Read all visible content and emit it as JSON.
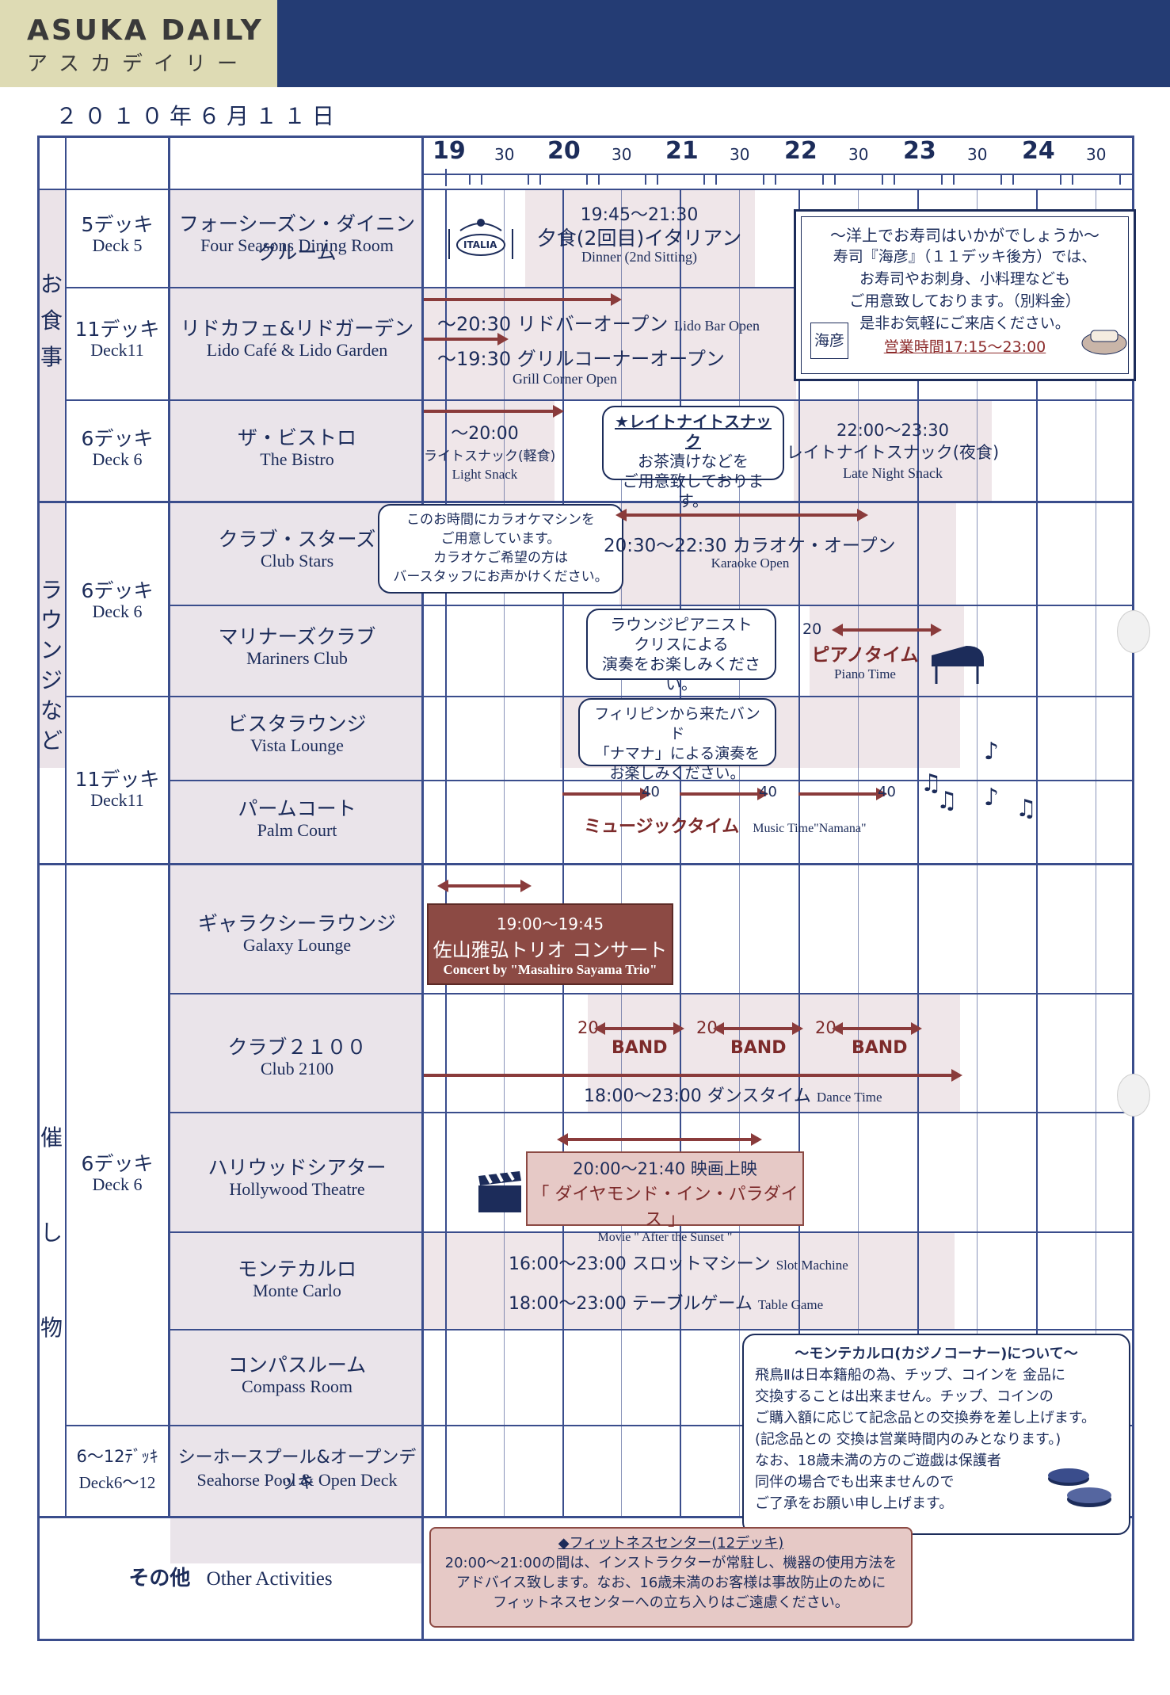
{
  "header": {
    "brand_en": "ASUKA DAILY",
    "brand_jp": "アスカデイリー",
    "date": "２０１０年６月１１日"
  },
  "timeline": {
    "hours": [
      "19",
      "20",
      "21",
      "22",
      "23",
      "24"
    ],
    "halves": [
      "30",
      "30",
      "30",
      "30",
      "30",
      "30"
    ]
  },
  "categories": {
    "dining": "お食事",
    "lounge": "ラウンジなど",
    "events": "催し物"
  },
  "decks": {
    "deck5_jp": "5デッキ",
    "deck5_en": "Deck 5",
    "deck11a_jp": "11デッキ",
    "deck11a_en": "Deck11",
    "deck6a_jp": "6デッキ",
    "deck6a_en": "Deck 6",
    "deck6b_jp": "6デッキ",
    "deck6b_en": "Deck 6",
    "deck11b_jp": "11デッキ",
    "deck11b_en": "Deck11",
    "deck6c_jp": "6デッキ",
    "deck6c_en": "Deck 6",
    "deck612_jp": "6～12ﾃﾞｯｷ",
    "deck612_en": "Deck6～12"
  },
  "venues": [
    {
      "jp": "フォーシーズン・ダイニングルーム",
      "en": "Four Seasons Dining Room"
    },
    {
      "jp": "リドカフェ&リドガーデン",
      "en": "Lido Café & Lido Garden"
    },
    {
      "jp": "ザ・ビストロ",
      "en": "The Bistro"
    },
    {
      "jp": "クラブ・スターズ",
      "en": "Club Stars"
    },
    {
      "jp": "マリナーズクラブ",
      "en": "Mariners Club"
    },
    {
      "jp": "ビスタラウンジ",
      "en": "Vista Lounge"
    },
    {
      "jp": "パームコート",
      "en": "Palm Court"
    },
    {
      "jp": "ギャラクシーラウンジ",
      "en": "Galaxy Lounge"
    },
    {
      "jp": "クラブ２１００",
      "en": "Club 2100"
    },
    {
      "jp": "ハリウッドシアター",
      "en": "Hollywood Theatre"
    },
    {
      "jp": "モンテカルロ",
      "en": "Monte Carlo"
    },
    {
      "jp": "コンパスルーム",
      "en": "Compass Room"
    },
    {
      "jp": "シーホースプール&オープンデッキ",
      "en": "Seahorse Pool & Open Deck"
    }
  ],
  "other": {
    "jp": "その他",
    "en": "Other Activities"
  },
  "events": {
    "italia_logo": "ITALIA",
    "dinner_time": "19:45～21:30",
    "dinner_jp": "夕食(2回目)イタリアン",
    "dinner_en": "Dinner (2nd Sitting)",
    "lido_bar": "～20:30 リドバーオープン",
    "lido_bar_en": "Lido Bar Open",
    "grill": "～19:30 グリルコーナーオープン",
    "grill_en": "Grill Corner Open",
    "bistro_light_time": "～20:00",
    "bistro_light_jp": "ライトスナック(軽食)",
    "bistro_light_en": "Light Snack",
    "bistro_bubble": [
      "★レイトナイトスナック",
      "お茶漬けなどを",
      "ご用意致しております。"
    ],
    "bistro_late_time": "22:00～23:30",
    "bistro_late_jp": "レイトナイトスナック(夜食)",
    "bistro_late_en": "Late Night Snack",
    "karaoke_bubble": [
      "このお時間にカラオケマシンを",
      "ご用意しています。",
      "カラオケご希望の方は",
      "バースタッフにお声かけください。"
    ],
    "karaoke": "20:30～22:30 カラオケ・オープン",
    "karaoke_en": "Karaoke Open",
    "piano_bubble": [
      "ラウンジピアニスト",
      "クリスによる",
      "演奏をお楽しみください。"
    ],
    "piano_num": "20",
    "piano_jp": "ピアノタイム",
    "piano_en": "Piano Time",
    "band_bubble": [
      "フィリピンから来たバンド",
      "「ナマナ」による演奏を",
      "お楽しみください。"
    ],
    "music_nums": [
      "40",
      "40",
      "40"
    ],
    "music_jp": "ミュージックタイム",
    "music_en": "Music Time\"Namana\"",
    "concert_time": "19:00～19:45",
    "concert_jp": "佐山雅弘トリオ コンサート",
    "concert_en": "Concert by \"Masahiro Sayama Trio\"",
    "band_nums": [
      "20",
      "20",
      "20"
    ],
    "band_label": "BAND",
    "dance": "18:00～23:00 ダンスタイム",
    "dance_en": "Dance Time",
    "movie_time": "20:00～21:40 映画上映",
    "movie_jp": "「 ダイヤモンド・イン・パラダイス 」",
    "movie_en": "Movie \" After the Sunset \"",
    "slot": "16:00～23:00 スロットマシーン",
    "slot_en": "Slot Machine",
    "table": "18:00～23:00 テーブルゲーム",
    "table_en": "Table Game"
  },
  "sushi": {
    "lines": [
      "～洋上でお寿司はいかがでしょうか～",
      "寿司『海彦』（１１デッキ後方）では、",
      "お寿司やお刺身、小料理なども",
      "ご用意致しております。（別料金）",
      "是非お気軽にご来店ください。"
    ],
    "hours": "営業時間17:15～23:00",
    "logo": "海彦"
  },
  "casino": {
    "lines": [
      "～モンテカルロ(カジノコーナー)について～",
      "飛鳥Ⅱは日本籍船の為、チップ、コインを 金品に",
      "交換することは出来ません。チップ、コインの",
      "ご購入額に応じて記念品との交換券を差し上げます。",
      "(記念品との 交換は営業時間内のみとなります。)",
      "なお、18歳未満の方のご遊戯は保護者",
      "同伴の場合でも出来ませんので",
      "ご了承をお願い申し上げます。"
    ]
  },
  "fitness": {
    "title": "◆フィットネスセンター(12デッキ)",
    "lines": [
      "20:00～21:00の間は、インストラクターが常駐し、機器の使用方法を",
      "アドバイス致します。なお、16歳未満のお客様は事故防止のために",
      "フィットネスセンターへの立ち入りはご遠慮ください。"
    ]
  }
}
